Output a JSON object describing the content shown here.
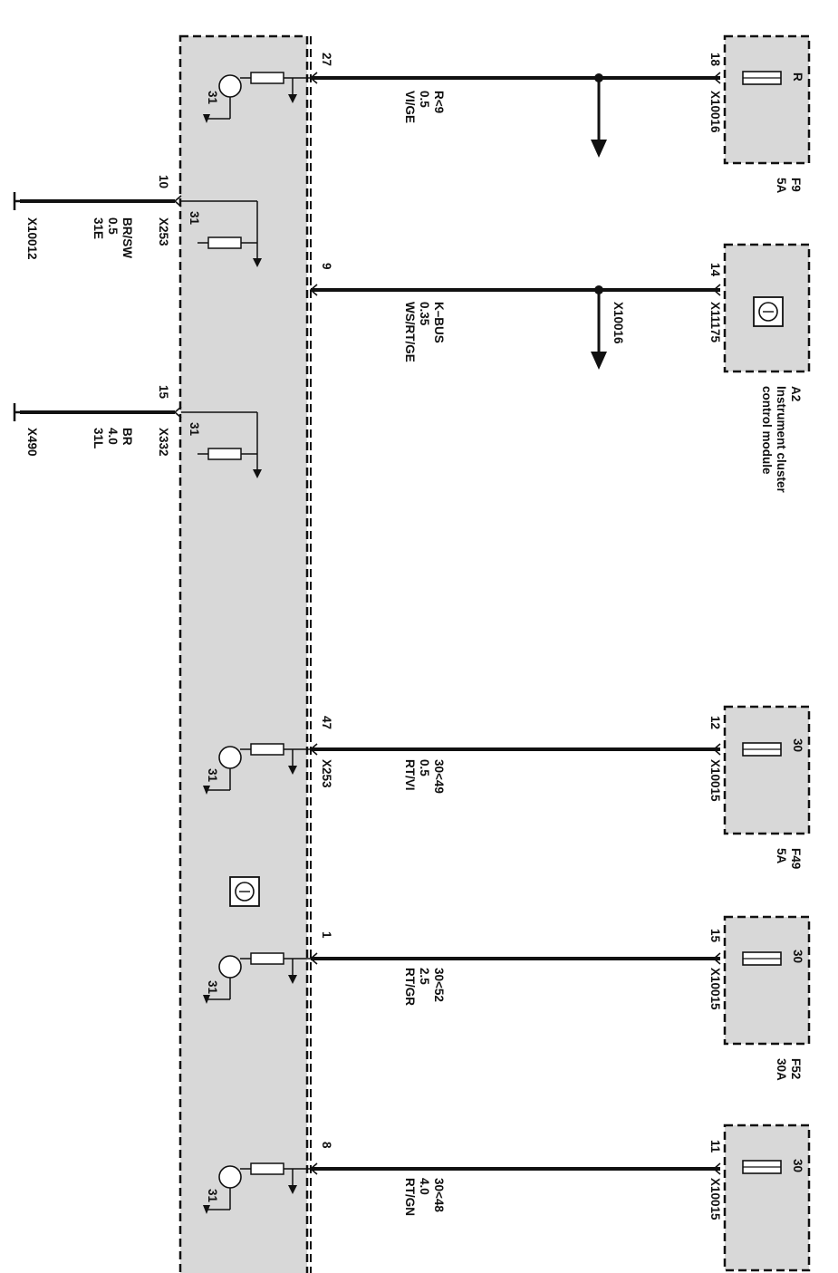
{
  "components": {
    "f9": {
      "name": "F9",
      "rating": "5A",
      "pin_label": "R"
    },
    "a2": {
      "name": "A2",
      "desc_line1": "Instrument cluster",
      "desc_line2": "control module"
    },
    "f49": {
      "name": "F49",
      "rating": "5A",
      "pin_label": "30"
    },
    "f52": {
      "name": "F52",
      "rating": "30A",
      "pin_label": "30"
    },
    "f48": {
      "pin_label": "30"
    }
  },
  "wires": [
    {
      "pin_left": "27",
      "pin_right": "18",
      "conn_right": "X10016",
      "signal": "R<9",
      "size": "0.5",
      "color": "VI/GE",
      "branch_conn": ""
    },
    {
      "pin_left": "9",
      "pin_right": "14",
      "conn_right": "X11175",
      "signal": "K–BUS",
      "size": "0.35",
      "color": "WS/RT/GE",
      "branch_conn": "X10016"
    },
    {
      "pin_left": "47",
      "pin_right": "12",
      "conn_right": "X10015",
      "conn_left": "X253",
      "signal": "30<49",
      "size": "0.5",
      "color": "RT/VI"
    },
    {
      "pin_left": "1",
      "pin_right": "15",
      "conn_right": "X10015",
      "signal": "30<52",
      "size": "2.5",
      "color": "RT/GR"
    },
    {
      "pin_left": "8",
      "pin_right": "11",
      "conn_right": "X10015",
      "signal": "30<48",
      "size": "4.0",
      "color": "RT/GN"
    }
  ],
  "grounds": [
    {
      "pin": "10",
      "conn": "X253",
      "signal": "31E",
      "size": "0.5",
      "color": "BR/SW",
      "ground_conn": "X10012",
      "internal": "31"
    },
    {
      "pin": "15",
      "conn": "X332",
      "signal": "31L",
      "size": "4.0",
      "color": "BR",
      "ground_conn": "X490",
      "internal": "31"
    }
  ],
  "internal_ground_label": "31",
  "colors": {
    "module_fill": "#d8d8d8",
    "line": "#111111"
  }
}
